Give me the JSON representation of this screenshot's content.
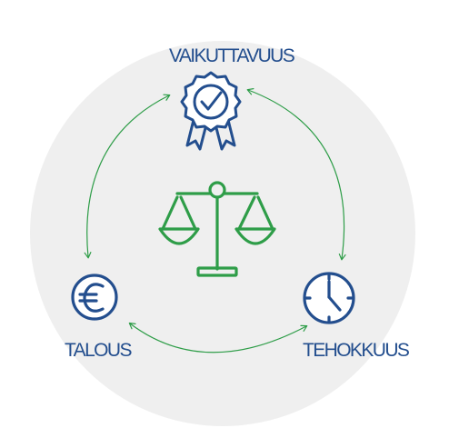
{
  "labels": {
    "top": "VAIKUTTAVUUS",
    "left": "TALOUS",
    "right": "TEHOKKUUS"
  },
  "icons": {
    "top": "award-ribbon-check-icon",
    "center": "balance-scale-icon",
    "left": "euro-coin-icon",
    "right": "clock-icon"
  },
  "colors": {
    "background_circle": "#efefef",
    "icon_blue": "#234e8e",
    "label_blue": "#234e8e",
    "accent_green": "#2e9d48"
  }
}
